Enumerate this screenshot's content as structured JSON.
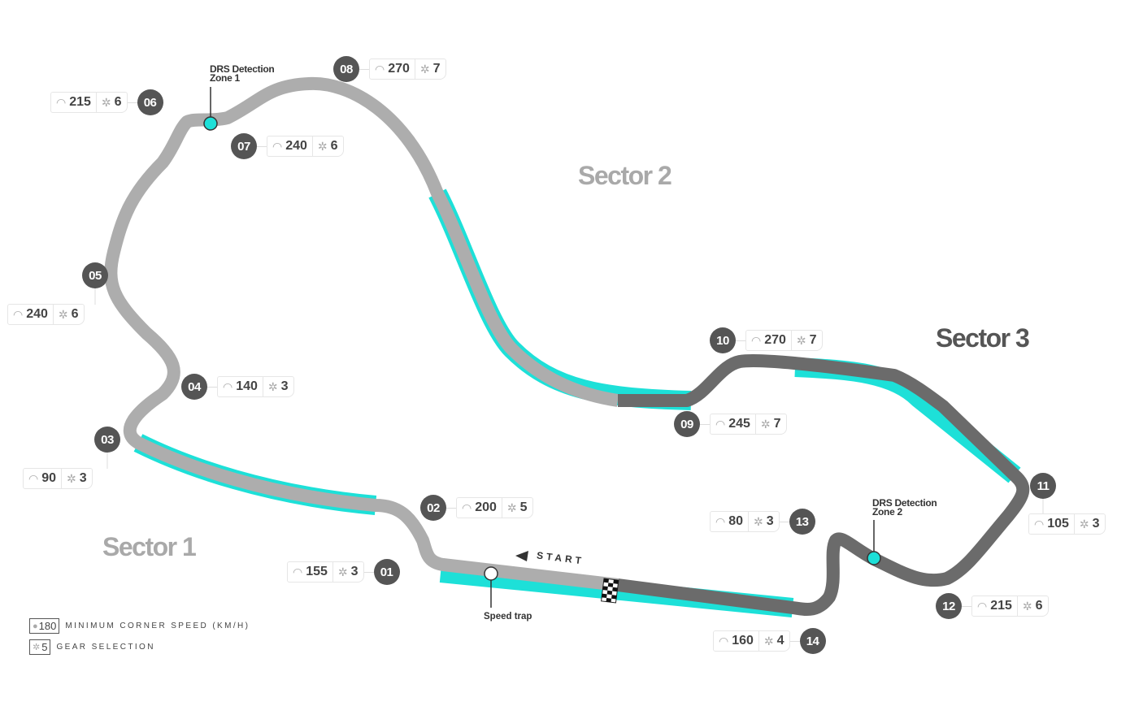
{
  "title": "Circuit map",
  "colors": {
    "sector12_track": "#adadad",
    "sector3_track": "#6b6b6b",
    "drs": "#1de0d8",
    "badge": "#555555"
  },
  "sectors": [
    {
      "label": "Sector 1",
      "color": "#a9a9a9"
    },
    {
      "label": "Sector 2",
      "color": "#a9a9a9"
    },
    {
      "label": "Sector 3",
      "color": "#555555"
    }
  ],
  "corners": [
    {
      "number": "01",
      "speed": "155",
      "gear": "3"
    },
    {
      "number": "02",
      "speed": "200",
      "gear": "5"
    },
    {
      "number": "03",
      "speed": "90",
      "gear": "3"
    },
    {
      "number": "04",
      "speed": "140",
      "gear": "3"
    },
    {
      "number": "05",
      "speed": "240",
      "gear": "6"
    },
    {
      "number": "06",
      "speed": "215",
      "gear": "6"
    },
    {
      "number": "07",
      "speed": "240",
      "gear": "6"
    },
    {
      "number": "08",
      "speed": "270",
      "gear": "7"
    },
    {
      "number": "09",
      "speed": "245",
      "gear": "7"
    },
    {
      "number": "10",
      "speed": "270",
      "gear": "7"
    },
    {
      "number": "11",
      "speed": "105",
      "gear": "3"
    },
    {
      "number": "12",
      "speed": "215",
      "gear": "6"
    },
    {
      "number": "13",
      "speed": "80",
      "gear": "3"
    },
    {
      "number": "14",
      "speed": "160",
      "gear": "4"
    }
  ],
  "drs": [
    {
      "line1": "DRS Detection",
      "line2": "Zone 1"
    },
    {
      "line1": "DRS Detection",
      "line2": "Zone 2"
    }
  ],
  "start_label": "START",
  "speed_trap_label": "Speed trap",
  "icons": {
    "speed": "gauge-icon",
    "gear": "gear-icon"
  },
  "legend": [
    {
      "value": "180",
      "label": "MINIMUM CORNER SPEED (KM/H)",
      "icon": "gauge-icon"
    },
    {
      "value": "5",
      "label": "GEAR SELECTION",
      "icon": "gear-icon"
    }
  ]
}
